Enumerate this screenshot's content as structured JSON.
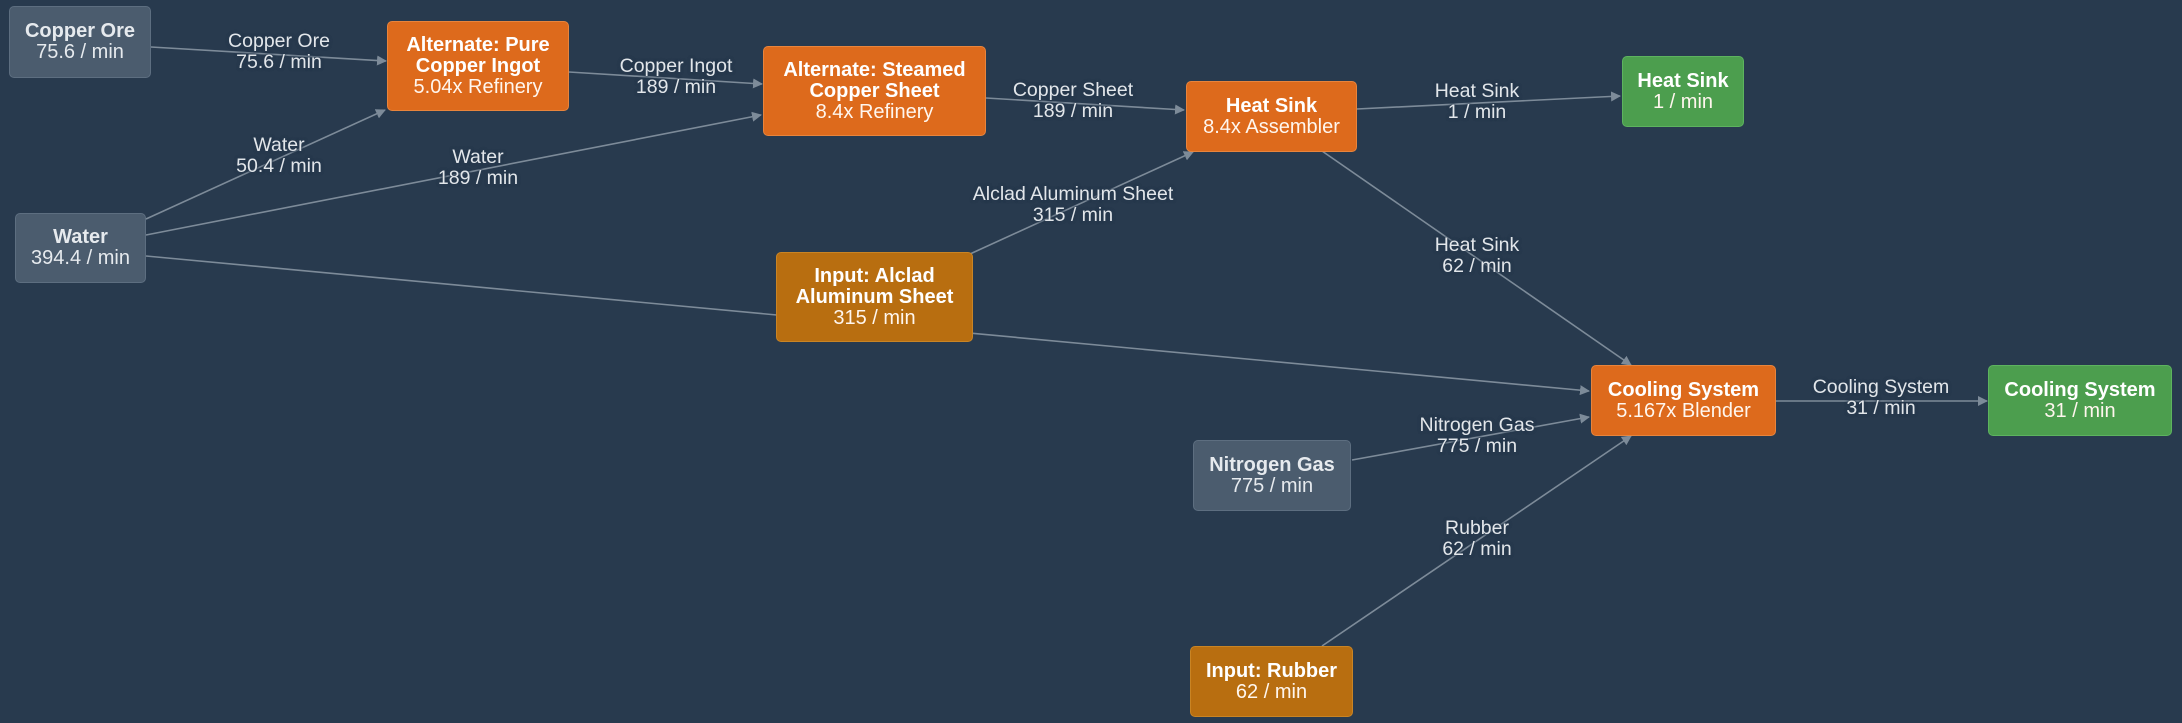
{
  "colors": {
    "background": "#283a4e",
    "edge": "#7d8b99",
    "input_node": "#4b5c6e",
    "recipe_node": "#dd6a1c",
    "supply_node": "#b86e10",
    "output_node": "#4c9e4e"
  },
  "nodes": {
    "copper_ore": {
      "title": "Copper Ore",
      "sub": "75.6 / min"
    },
    "water": {
      "title": "Water",
      "sub": "394.4 / min"
    },
    "pure_ingot": {
      "title": "Alternate: Pure Copper Ingot",
      "sub": "5.04x Refinery"
    },
    "steamed_sheet": {
      "title": "Alternate: Steamed Copper Sheet",
      "sub": "8.4x Refinery"
    },
    "alclad_input": {
      "title": "Input: Alclad Aluminum Sheet",
      "sub": "315 / min"
    },
    "heat_sink": {
      "title": "Heat Sink",
      "sub": "8.4x Assembler"
    },
    "heat_sink_out": {
      "title": "Heat Sink",
      "sub": "1 / min"
    },
    "cooling": {
      "title": "Cooling System",
      "sub": "5.167x Blender"
    },
    "cooling_out": {
      "title": "Cooling System",
      "sub": "31 / min"
    },
    "nitrogen": {
      "title": "Nitrogen Gas",
      "sub": "775 / min"
    },
    "rubber_input": {
      "title": "Input: Rubber",
      "sub": "62 / min"
    }
  },
  "edges": {
    "ore_to_ingot": {
      "item": "Copper Ore",
      "rate": "75.6 / min"
    },
    "water_to_ingot": {
      "item": "Water",
      "rate": "50.4 / min"
    },
    "ingot_to_sheet": {
      "item": "Copper Ingot",
      "rate": "189 / min"
    },
    "water_to_sheet": {
      "item": "Water",
      "rate": "189 / min"
    },
    "sheet_to_heatsink": {
      "item": "Copper Sheet",
      "rate": "189 / min"
    },
    "alclad_to_heatsink": {
      "item": "Alclad Aluminum Sheet",
      "rate": "315 / min"
    },
    "heatsink_to_output": {
      "item": "Heat Sink",
      "rate": "1 / min"
    },
    "heatsink_to_cooling": {
      "item": "Heat Sink",
      "rate": "62 / min"
    },
    "water_to_cooling": {
      "item": "",
      "rate": ""
    },
    "nitrogen_to_cooling": {
      "item": "Nitrogen Gas",
      "rate": "775 / min"
    },
    "rubber_to_cooling": {
      "item": "Rubber",
      "rate": "62 / min"
    },
    "cooling_to_output": {
      "item": "Cooling System",
      "rate": "31 / min"
    }
  }
}
